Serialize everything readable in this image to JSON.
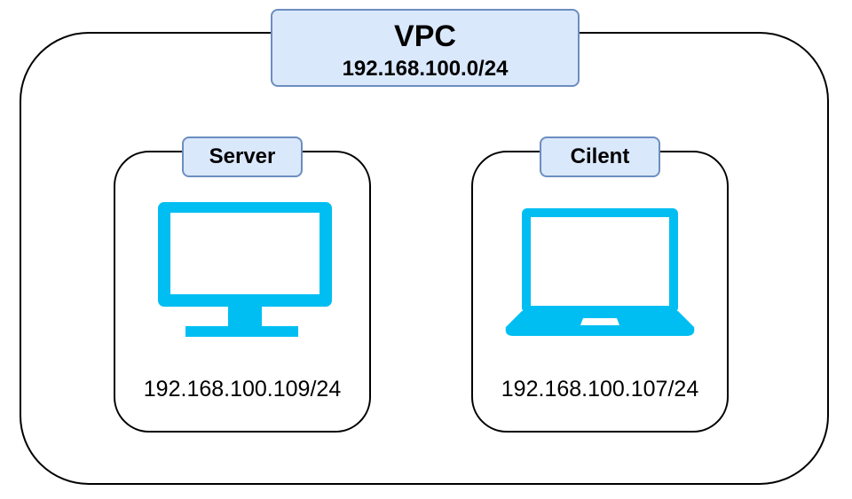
{
  "vpc": {
    "title": "VPC",
    "cidr": "192.168.100.0/24"
  },
  "server": {
    "label": "Server",
    "ip": "192.168.100.109/24",
    "icon": "monitor-icon"
  },
  "client": {
    "label": "Cilent",
    "ip": "192.168.100.107/24",
    "icon": "laptop-icon"
  },
  "colors": {
    "label_fill": "#dae8fc",
    "label_stroke": "#6c8ebf",
    "icon": "#00bef2",
    "border": "#000000"
  }
}
